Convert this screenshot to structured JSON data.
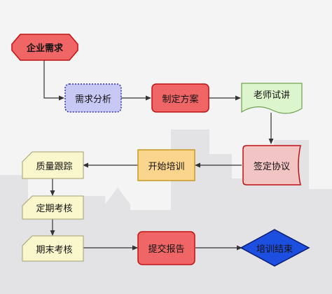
{
  "nodes": {
    "enterprise_demand": "企业需求",
    "demand_analysis": "需求分析",
    "make_plan": "制定方案",
    "teacher_trial": "老师试讲",
    "sign_agreement": "签定协议",
    "start_training": "开始培训",
    "quality_tracking": "质量跟踪",
    "periodic_assessment": "定期考核",
    "final_assessment": "期末考核",
    "submit_report": "提交报告",
    "training_end": "培训结束"
  },
  "colors": {
    "background": "#f4f4f5",
    "skyline": "#e3e3e6",
    "red_node": "#f06666",
    "red_border": "#c01010",
    "blue_node": "#c8c8f4",
    "green_node": "#ddf5cc",
    "yellow_node": "#fbd58c",
    "yellow_border": "#c89820",
    "light_yellow": "#fbf7cc",
    "pink_node": "#f3c4c4",
    "diamond": "#1c4fe0",
    "arrow": "#333333"
  }
}
